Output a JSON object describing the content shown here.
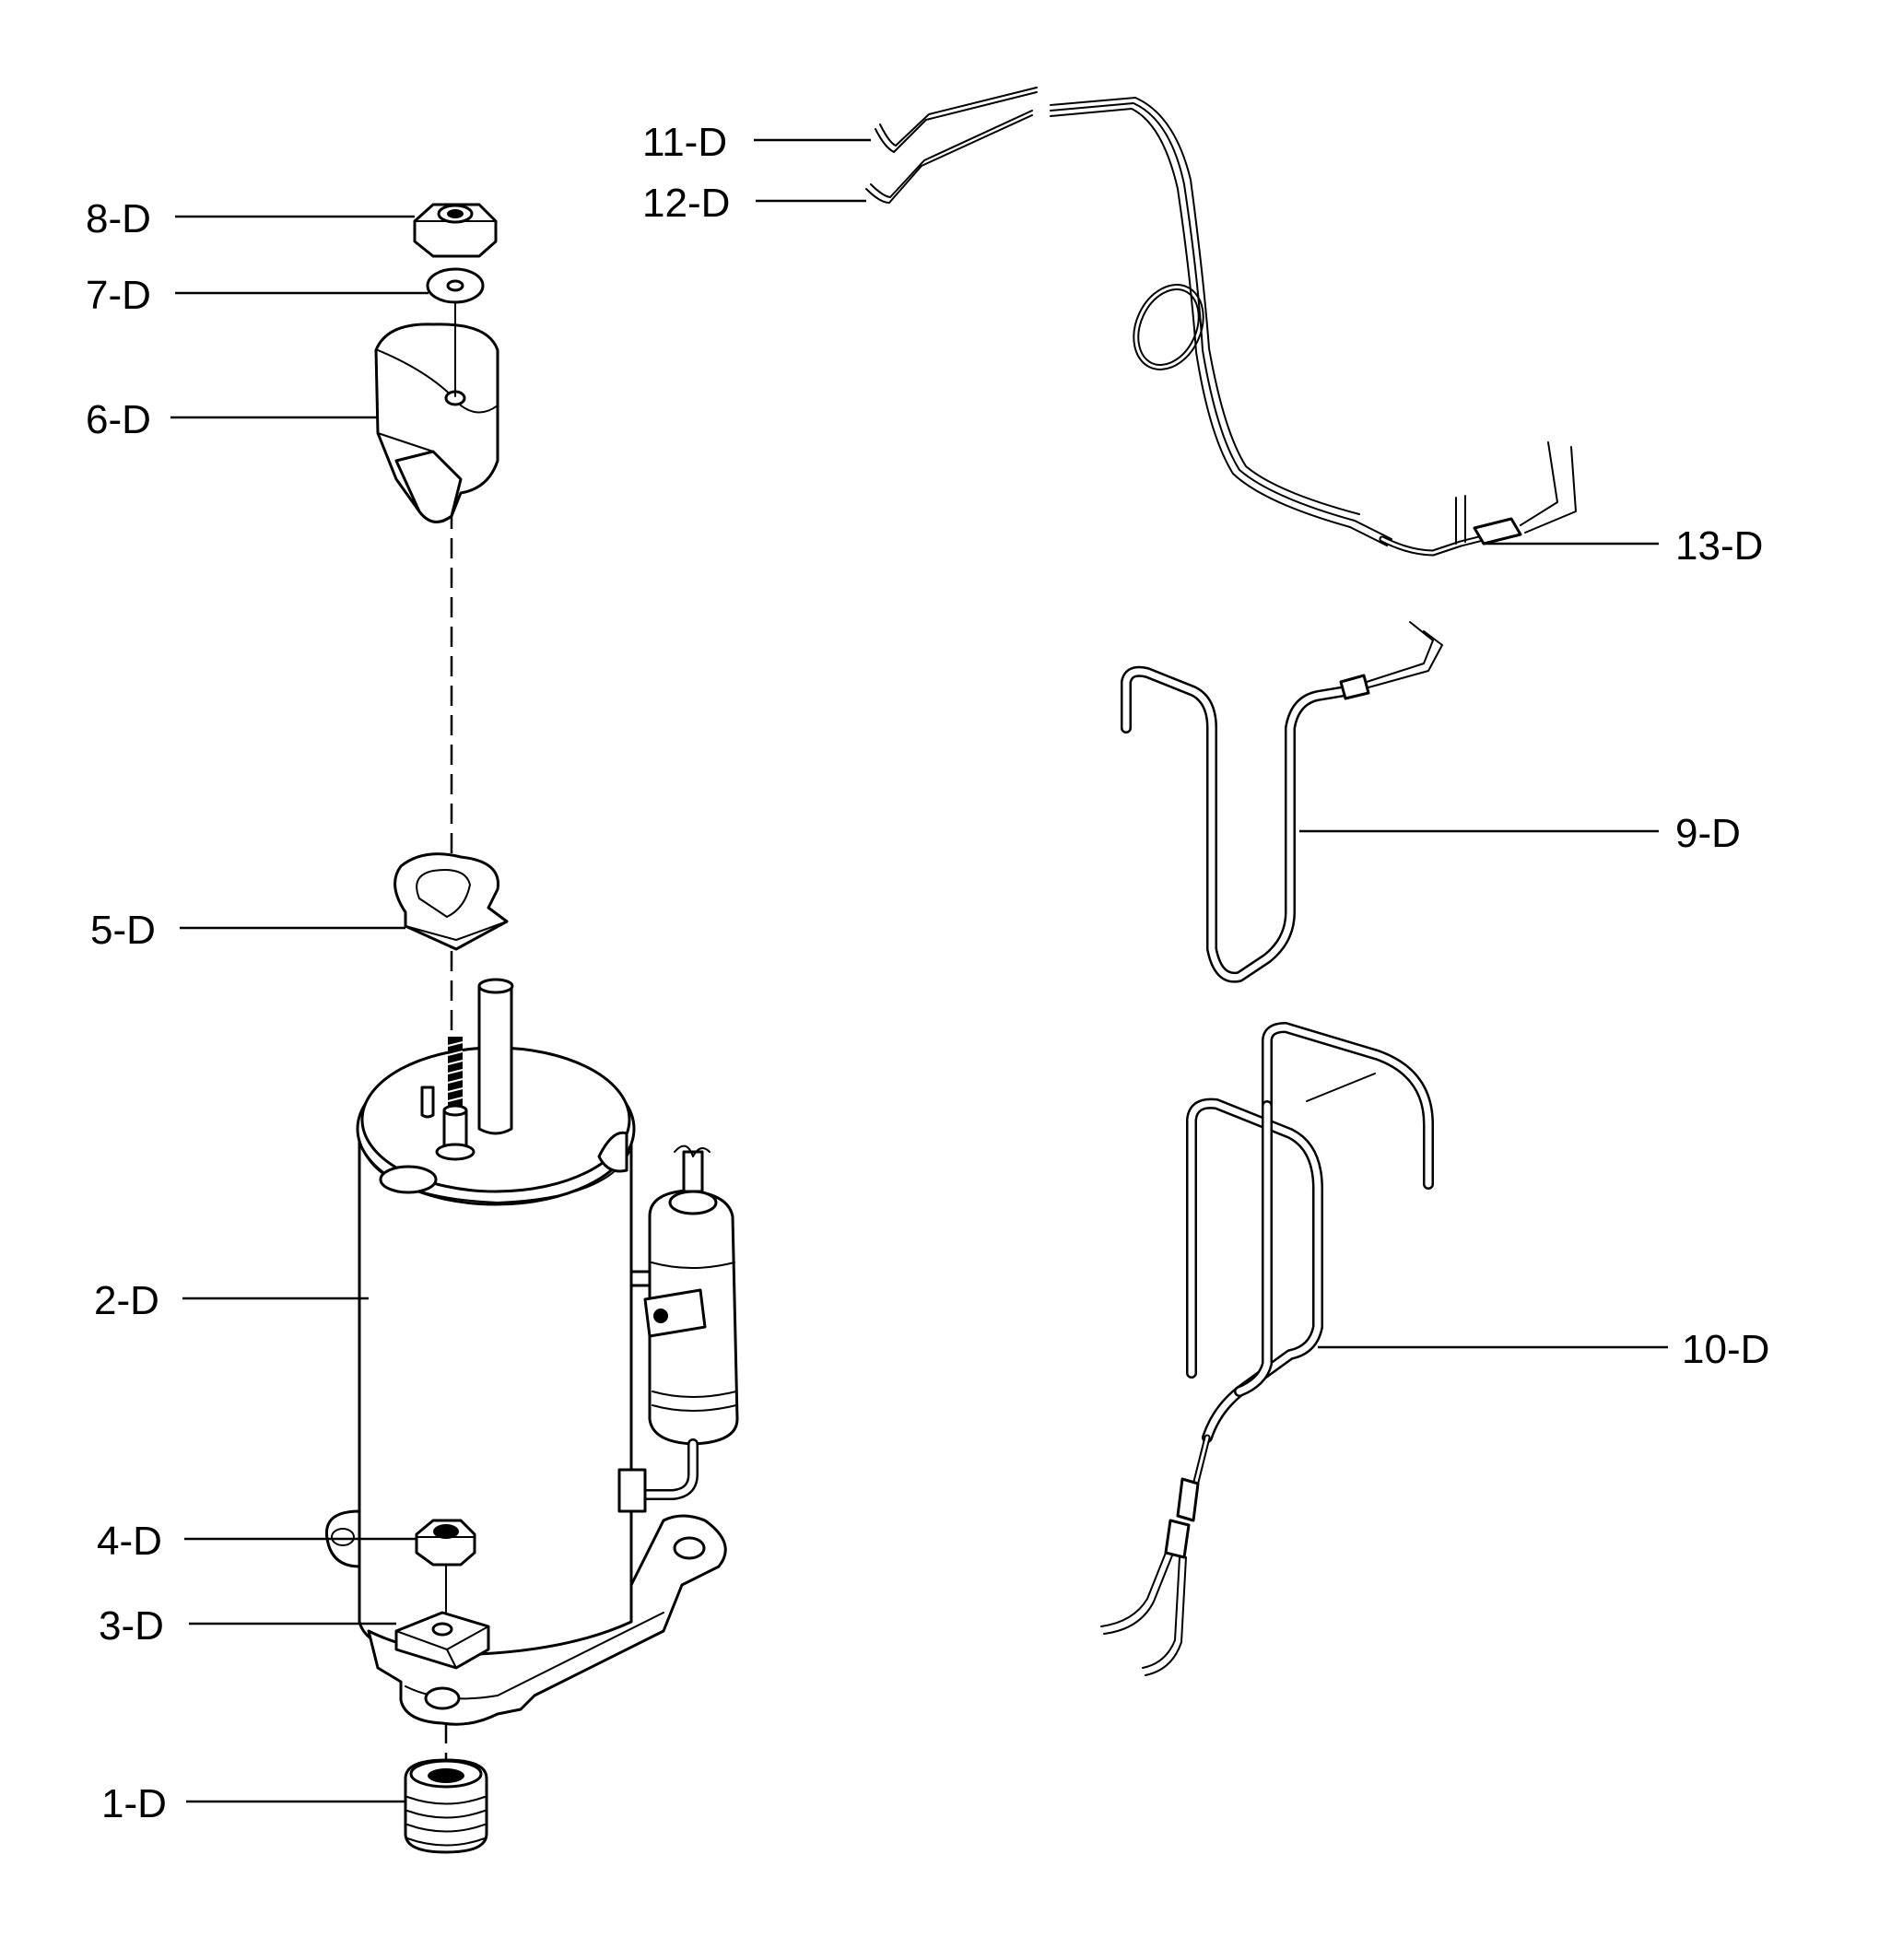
{
  "labels": {
    "p1": "1-D",
    "p2": "2-D",
    "p3": "3-D",
    "p4": "4-D",
    "p5": "5-D",
    "p6": "6-D",
    "p7": "7-D",
    "p8": "8-D",
    "p9": "9-D",
    "p10": "10-D",
    "p11": "11-D",
    "p12": "12-D",
    "p13": "13-D"
  }
}
